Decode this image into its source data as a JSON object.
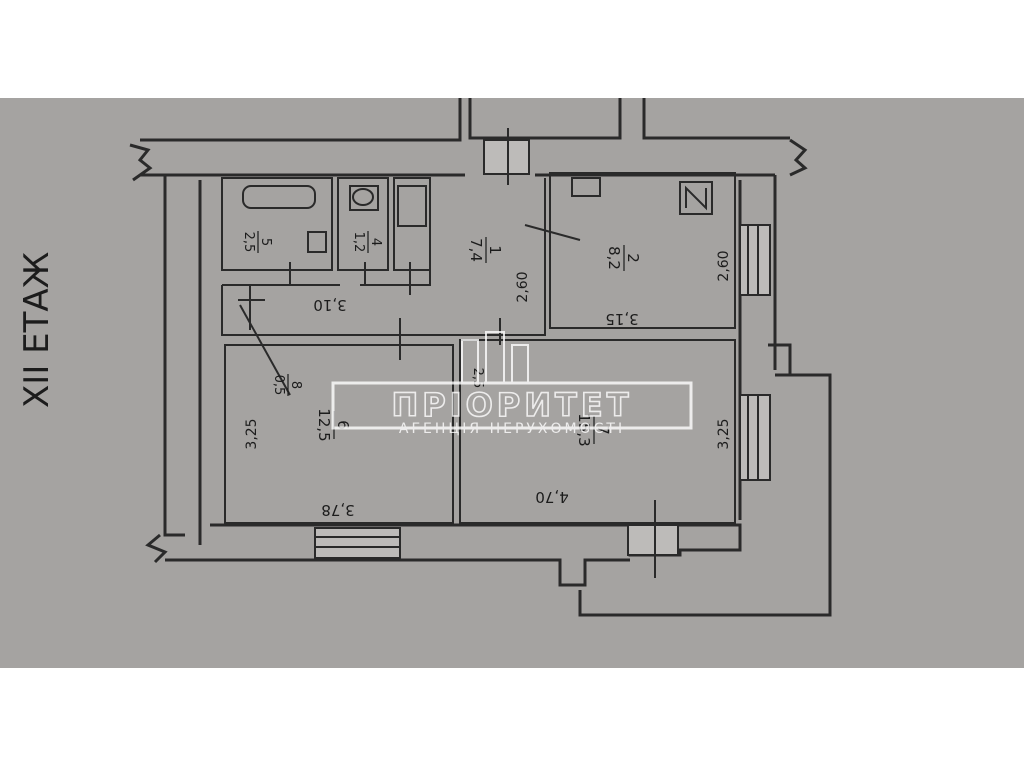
{
  "floor_label": "XII ЕТАЖ",
  "watermark": {
    "brand": "ПРІОРИТЕТ",
    "tagline": "АГЕНЦІЯ НЕРУХОМОСТІ"
  },
  "rooms": [
    {
      "id": "r1",
      "number": "1",
      "area": "7,4"
    },
    {
      "id": "r2",
      "number": "2",
      "area": "8,2"
    },
    {
      "id": "r4",
      "number": "4",
      "area": "1,2"
    },
    {
      "id": "r5",
      "number": "5",
      "area": "2,5"
    },
    {
      "id": "r6",
      "number": "6",
      "area": "12,5"
    },
    {
      "id": "r7",
      "number": "7",
      "area": "15,3"
    },
    {
      "id": "r8",
      "number": "8",
      "area": "0,5"
    }
  ],
  "dimensions": {
    "hall_length": "3,10",
    "hall_width": "2,60",
    "room2_length": "3,15",
    "room2_width": "2,60",
    "room6_length": "3,78",
    "room6_width": "3,25",
    "room7_length": "4,70",
    "room7_width": "3,25",
    "room7_extra": "2,5"
  }
}
